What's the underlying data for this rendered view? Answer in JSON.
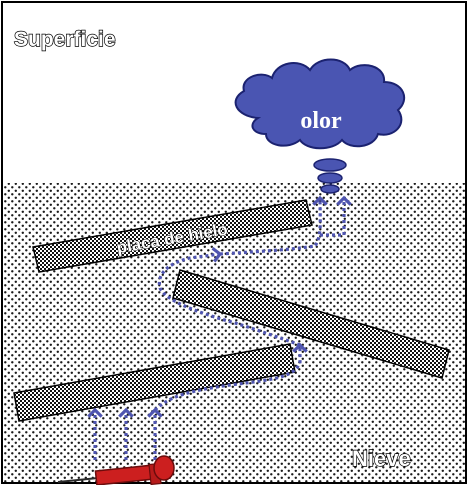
{
  "labels": {
    "surface": "Superficie",
    "snow": "Nieve",
    "odor": "olor",
    "ice_layer": "placa de hielo"
  },
  "colors": {
    "cloud_fill": "#4a55b2",
    "cloud_stroke": "#1b2270",
    "path_color": "#4f55b0",
    "syringe_red": "#cc1f1f",
    "snow_dot": "#1a1a1a",
    "border": "#000000"
  },
  "icons": {
    "cloud": "odor-cloud-icon",
    "syringe": "syringe-icon"
  }
}
